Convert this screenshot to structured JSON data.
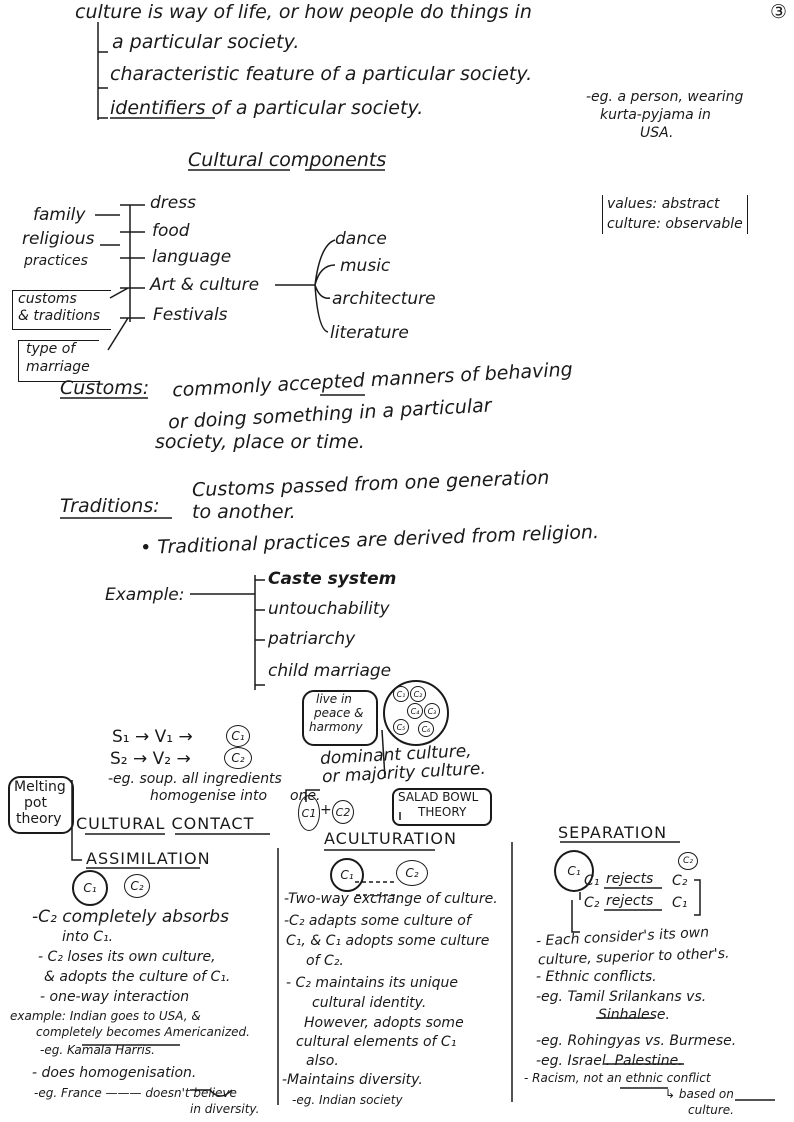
{
  "page_number": "③",
  "definition": {
    "line1": "culture is way of life, or how people do things in",
    "line2": "a particular society.",
    "line3": "characteristic feature of a particular society.",
    "line4": "identifiers of a particular society.",
    "example": [
      "-eg. a person, wearing",
      "kurta-pyjama in",
      "USA."
    ]
  },
  "components": {
    "title": "Cultural components",
    "left": [
      "family",
      "religious",
      "practices",
      "customs",
      "& traditions",
      "type of",
      "marriage"
    ],
    "items": [
      "dress",
      "food",
      "language",
      "Art & culture",
      "Festivals"
    ],
    "art": [
      "dance",
      "music",
      "architecture",
      "literature"
    ],
    "note": [
      "values: abstract",
      "culture: observable"
    ]
  },
  "customs": {
    "label": "Customs:",
    "lines": [
      "commonly accepted manners of behaving",
      "or doing something in a particular",
      "society, place or time."
    ]
  },
  "traditions": {
    "label": "Traditions:",
    "lines": [
      "Customs passed from one generation",
      "to another."
    ],
    "bullet": "• Traditional practices are derived from religion.",
    "example_label": "Example:",
    "examples": [
      "Caste system",
      "untouchability",
      "patriarchy",
      "child marriage"
    ]
  },
  "contact": {
    "title": "CULTURAL CONTACT",
    "s1": "S₁ → V₁ →",
    "c1": "C₁",
    "s2": "S₂ → V₂ →",
    "c2": "C₂",
    "melting": [
      "Melting",
      "pot",
      "theory"
    ],
    "soup": [
      "-eg. soup. all ingredients",
      "homogenise into",
      "one."
    ],
    "peace": [
      "live in",
      "peace &",
      "harmony"
    ],
    "bowl": [
      "C₁",
      "C₂",
      "C₄",
      "C₃",
      "C₅",
      "C₆"
    ],
    "dominant": [
      "dominant culture,",
      "or majority culture."
    ],
    "salad": [
      "SALAD BOWL",
      "THEORY"
    ],
    "plus": [
      "C1",
      "+",
      "C2"
    ]
  },
  "assimilation": {
    "title": "ASSIMILATION",
    "c1": "C₁",
    "c2": "C₂",
    "points": [
      "-C₂ completely absorbs",
      "into C₁.",
      "- C₂ loses its own culture,",
      "& adopts the culture of C₁.",
      "- one-way interaction",
      "example: Indian goes to USA, &",
      "completely becomes Americanized.",
      "-eg. Kamala Harris.",
      "- does homogenisation.",
      "-eg. France ——— doesn't believe",
      "in diversity."
    ]
  },
  "acculturation": {
    "title": "ACULTURATION",
    "c1": "C₁",
    "c2": "C₂",
    "points": [
      "-Two-way exchange of culture.",
      "-C₂ adapts some culture of",
      "C₁, & C₁ adopts some culture",
      "of C₂.",
      "- C₂ maintains its unique",
      "cultural identity.",
      "However, adopts some",
      "cultural elements of C₁",
      "also.",
      "-Maintains diversity.",
      "-eg. Indian society"
    ]
  },
  "separation": {
    "title": "SEPARATION",
    "c1": "C₁",
    "c2": "C₂",
    "rel": [
      "C₁",
      "rejects",
      "C₂",
      "C₂",
      "rejects",
      "C₁"
    ],
    "points": [
      "- Each consider's its own",
      "culture, superior to other's.",
      "- Ethnic conflicts.",
      "-eg. Tamil Srilankans vs.",
      "Sinhalese.",
      "-eg. Rohingyas vs. Burmese.",
      "-eg. Israel. Palestine.",
      "- Racism, not an ethnic conflict",
      "↳ based on",
      "culture."
    ]
  }
}
